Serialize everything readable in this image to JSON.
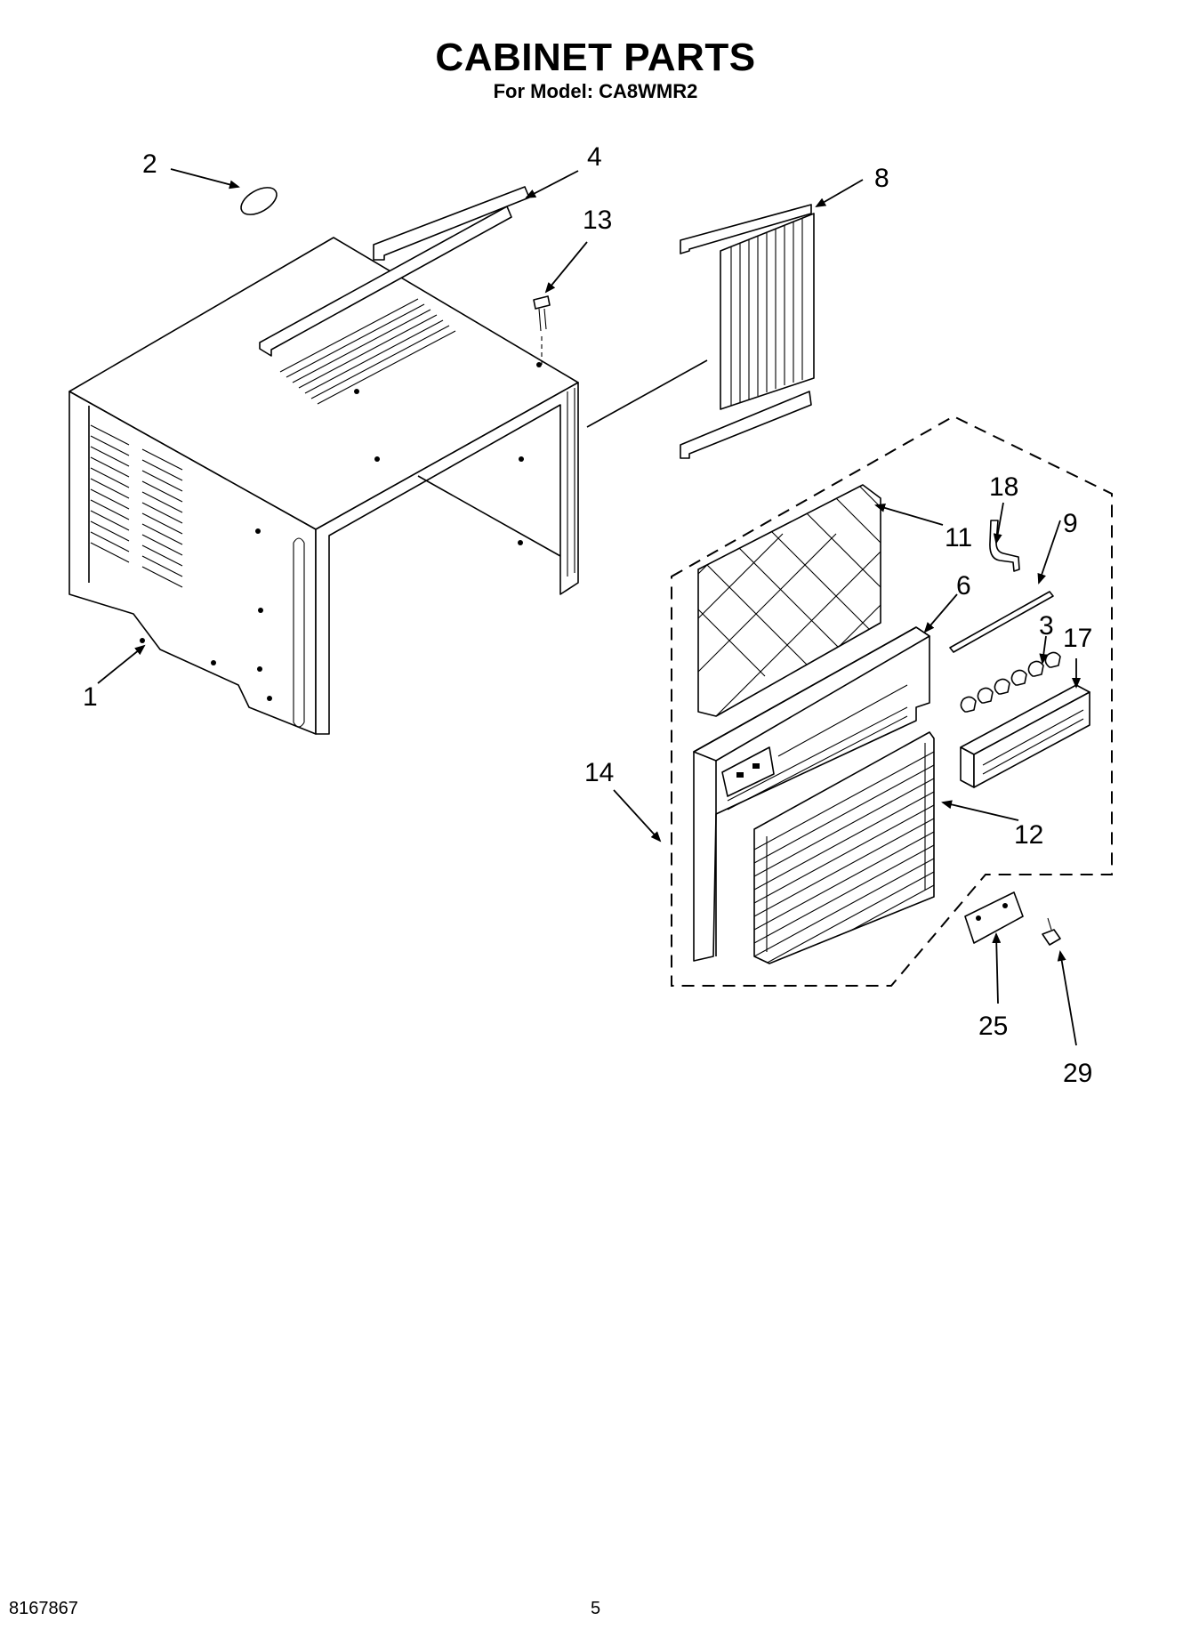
{
  "title": "CABINET PARTS",
  "subtitle": "For Model: CA8WMR2",
  "callouts": [
    "1",
    "2",
    "3",
    "4",
    "6",
    "8",
    "9",
    "11",
    "12",
    "13",
    "14",
    "17",
    "18",
    "25",
    "29"
  ],
  "footer": {
    "part_number": "8167867",
    "page_number": "5"
  }
}
